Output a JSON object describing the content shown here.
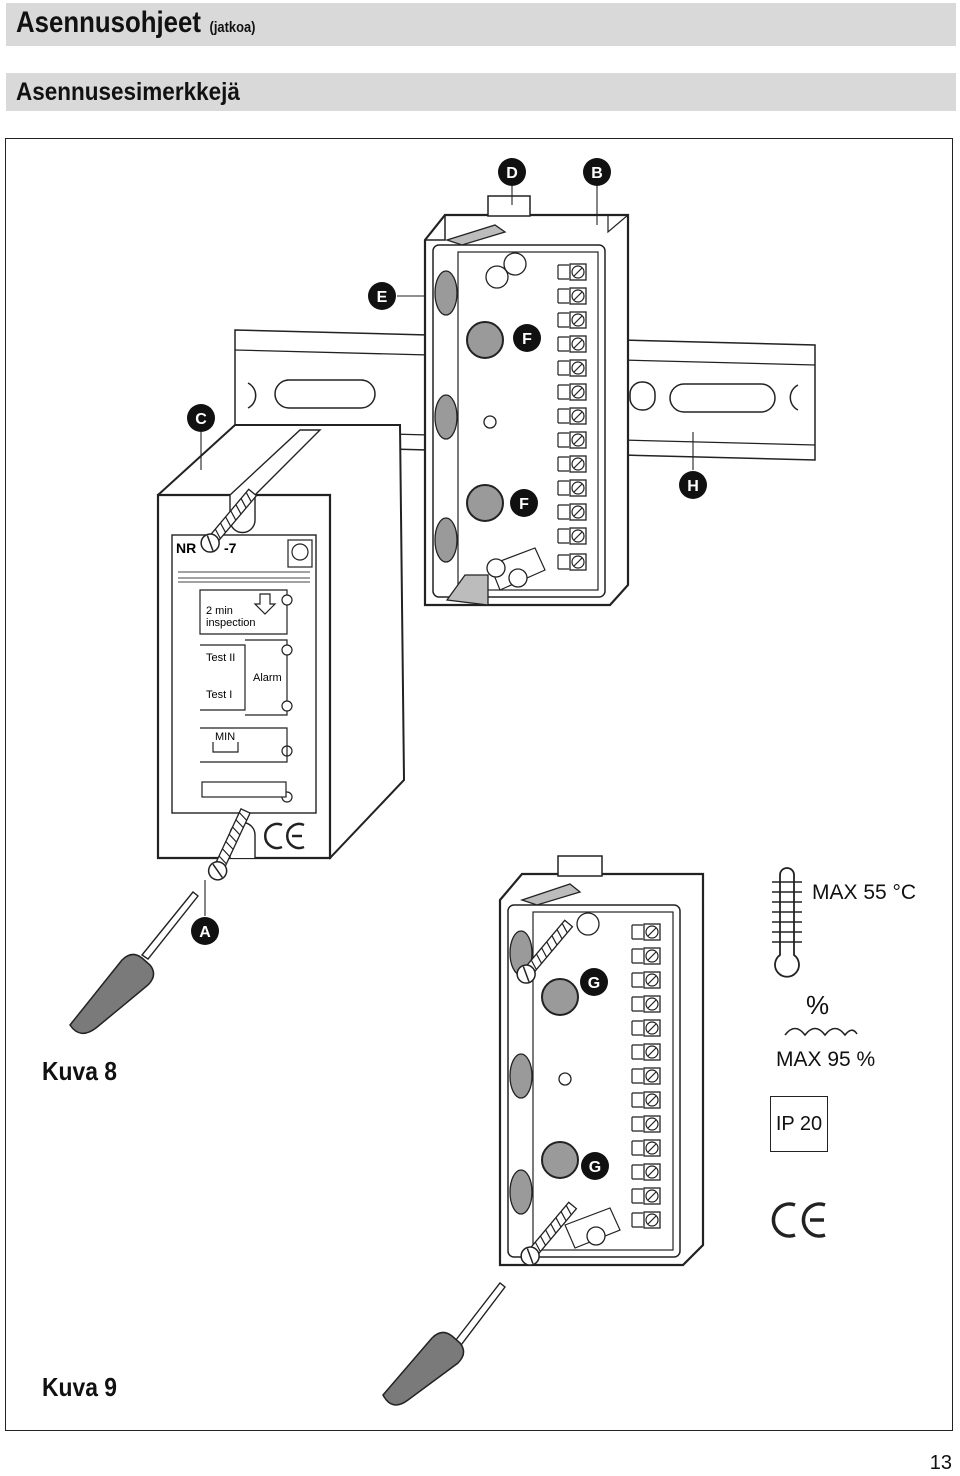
{
  "header": {
    "title": "Asennusohjeet",
    "title_suffix": "(jatkoa)",
    "subtitle": "Asennusesimerkkejä"
  },
  "figure8": {
    "caption": "Kuva 8",
    "callouts": [
      "D",
      "B",
      "E",
      "C",
      "F",
      "F",
      "H",
      "A"
    ],
    "device_label_left": "NR",
    "device_label_right": "-7",
    "panel_labels": {
      "inspection": "2 min\ninspection",
      "inspection_line1": "2 min",
      "inspection_line2": "inspection",
      "test2": "Test II",
      "test1": "Test I",
      "alarm": "Alarm",
      "min": "MIN"
    }
  },
  "figure9": {
    "caption": "Kuva 9",
    "callouts": [
      "G",
      "G"
    ]
  },
  "specs": {
    "max_temp": "MAX 55 °C",
    "humidity_symbol": "%",
    "max_humidity": "MAX 95 %",
    "ip_rating": "IP 20",
    "ce_mark": "CE"
  },
  "page_number": "13"
}
